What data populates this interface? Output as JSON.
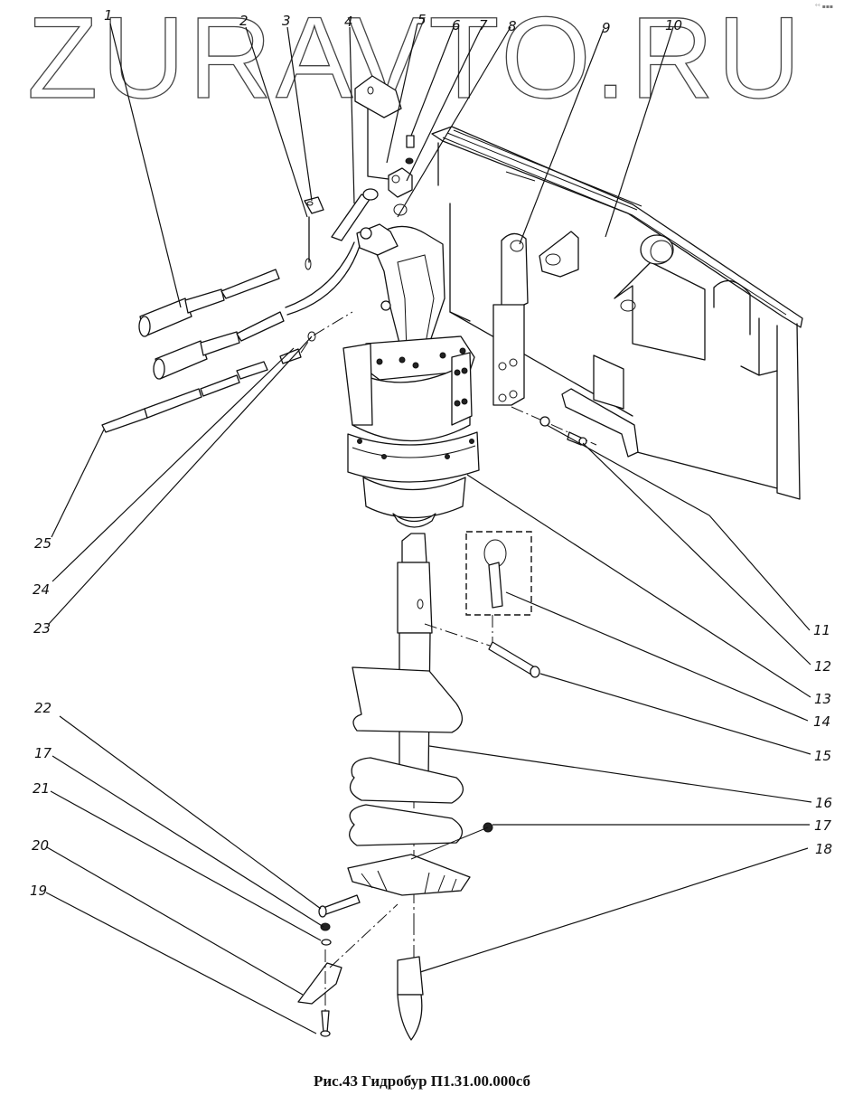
{
  "watermark": "ZURAVTO.RU",
  "corner_mark": "°° ▪▪▪",
  "caption": "Рис.43  Гидробур П1.31.00.000сб",
  "figure": {
    "title": "Гидробур П1.31.00.000сб",
    "figure_number": "Рис.43",
    "part_callouts": [
      {
        "id": "1",
        "label": "1"
      },
      {
        "id": "2",
        "label": "2"
      },
      {
        "id": "3",
        "label": "3"
      },
      {
        "id": "4",
        "label": "4"
      },
      {
        "id": "5",
        "label": "5"
      },
      {
        "id": "6",
        "label": "6"
      },
      {
        "id": "7",
        "label": "7"
      },
      {
        "id": "8",
        "label": "8"
      },
      {
        "id": "9",
        "label": "9"
      },
      {
        "id": "10",
        "label": "10"
      },
      {
        "id": "11",
        "label": "11"
      },
      {
        "id": "12",
        "label": "12"
      },
      {
        "id": "13",
        "label": "13"
      },
      {
        "id": "14",
        "label": "14"
      },
      {
        "id": "15",
        "label": "15"
      },
      {
        "id": "16",
        "label": "16"
      },
      {
        "id": "17a",
        "label": "17"
      },
      {
        "id": "18",
        "label": "18"
      },
      {
        "id": "19",
        "label": "19"
      },
      {
        "id": "20",
        "label": "20"
      },
      {
        "id": "21",
        "label": "21"
      },
      {
        "id": "17b",
        "label": "17"
      },
      {
        "id": "22",
        "label": "22"
      },
      {
        "id": "23",
        "label": "23"
      },
      {
        "id": "24",
        "label": "24"
      },
      {
        "id": "25",
        "label": "25"
      }
    ]
  }
}
